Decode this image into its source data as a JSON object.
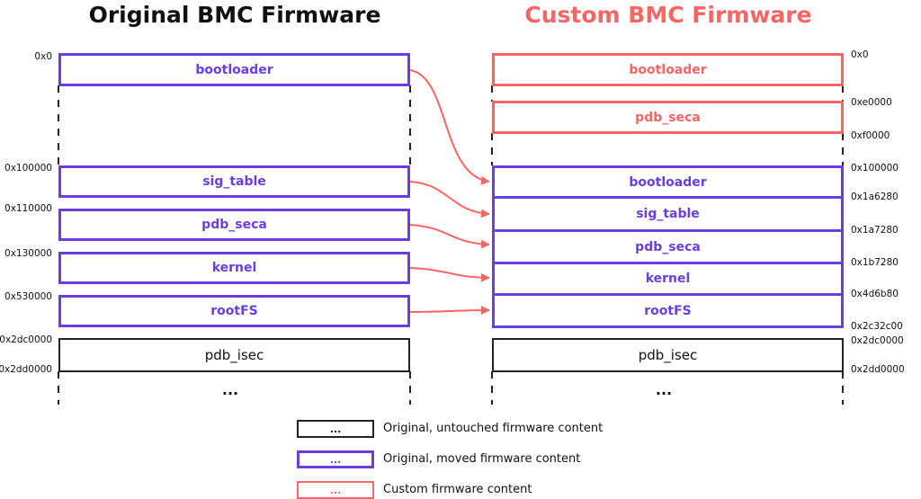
{
  "titles": {
    "left": "Original BMC Firmware",
    "right": "Custom BMC Firmware",
    "left_color": "#111111",
    "right_color": "#f76565"
  },
  "left": {
    "blocks": [
      {
        "label": "bootloader"
      },
      {
        "label": "sig_table"
      },
      {
        "label": "pdb_seca"
      },
      {
        "label": "kernel"
      },
      {
        "label": "rootFS"
      },
      {
        "label": "pdb_isec"
      }
    ],
    "addresses": [
      "0x0",
      "0x100000",
      "0x110000",
      "0x130000",
      "0x530000",
      "0x2dc0000",
      "0x2dd0000"
    ],
    "ellipsis": "..."
  },
  "right": {
    "blocks": [
      {
        "label": "bootloader"
      },
      {
        "label": "pdb_seca"
      },
      {
        "label": "bootloader"
      },
      {
        "label": "sig_table"
      },
      {
        "label": "pdb_seca"
      },
      {
        "label": "kernel"
      },
      {
        "label": "rootFS"
      },
      {
        "label": "pdb_isec"
      }
    ],
    "addresses": [
      "0x0",
      "0xe0000",
      "0xf0000",
      "0x100000",
      "0x1a6280",
      "0x1a7280",
      "0x1b7280",
      "0x4d6b80",
      "0x2c32c00",
      "0x2dc0000",
      "0x2dd0000"
    ],
    "ellipsis": "..."
  },
  "legend": [
    {
      "symbol": "...",
      "text": "Original, untouched firmware content",
      "color": "#222222"
    },
    {
      "symbol": "...",
      "text": "Original, moved firmware content",
      "color": "#6a3fe0"
    },
    {
      "symbol": "...",
      "text": "Custom firmware content",
      "color": "#f76565"
    }
  ],
  "colors": {
    "moved": "#6a3fe0",
    "custom": "#f76565",
    "untouched": "#222222"
  }
}
